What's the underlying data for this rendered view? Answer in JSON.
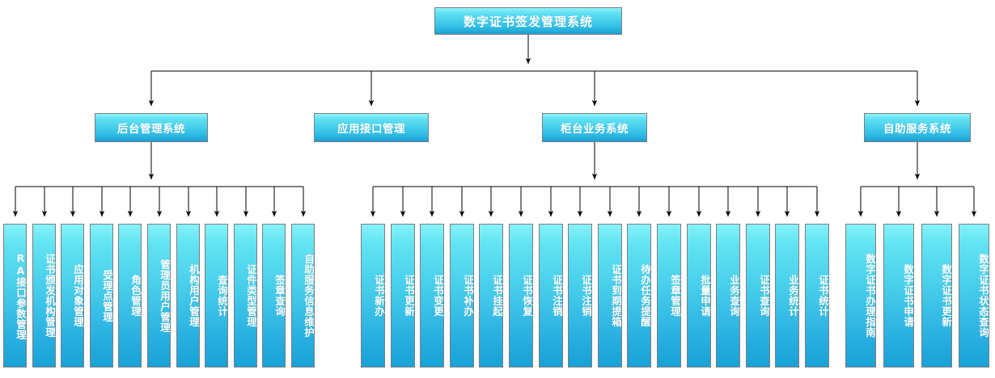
{
  "diagram": {
    "title": "数字证书签发管理系统",
    "type": "organization-chart",
    "colors": {
      "box_gradient_top": "#7ff0f8",
      "box_gradient_bottom": "#1fa6d8",
      "box_border": "#7d7d7d",
      "text": "#ffffff",
      "connector": "#000000",
      "background": "#ffffff"
    },
    "root": {
      "label": "数字证书签发管理系统"
    },
    "branches": [
      {
        "label": "后台管理系统",
        "children": [
          {
            "label": "RA接口参数管理"
          },
          {
            "label": "证书颁发机构管理"
          },
          {
            "label": "应用对象管理"
          },
          {
            "label": "受理点管理"
          },
          {
            "label": "角色管理"
          },
          {
            "label": "管理员用户管理"
          },
          {
            "label": "机构用户管理"
          },
          {
            "label": "查询统计"
          },
          {
            "label": "证件类型管理"
          },
          {
            "label": "签章查询"
          },
          {
            "label": "自助服务信息维护"
          }
        ]
      },
      {
        "label": "应用接口管理",
        "children": []
      },
      {
        "label": "柜台业务系统",
        "children": [
          {
            "label": "证书新办"
          },
          {
            "label": "证书更新"
          },
          {
            "label": "证书变更"
          },
          {
            "label": "证书补办"
          },
          {
            "label": "证书挂起"
          },
          {
            "label": "证书恢复"
          },
          {
            "label": "证书注销"
          },
          {
            "label": "证书注销"
          },
          {
            "label": "证书到期提箱"
          },
          {
            "label": "待办任务提醒"
          },
          {
            "label": "签章管理"
          },
          {
            "label": "批量申请"
          },
          {
            "label": "业务查询"
          },
          {
            "label": "证书查询"
          },
          {
            "label": "业务统计"
          },
          {
            "label": "证书统计"
          }
        ]
      },
      {
        "label": "自助服务系统",
        "children": [
          {
            "label": "数字证书办理指南"
          },
          {
            "label": "数字证书申请"
          },
          {
            "label": "数字证书更新"
          },
          {
            "label": "数字证书状态查询"
          }
        ]
      }
    ]
  }
}
